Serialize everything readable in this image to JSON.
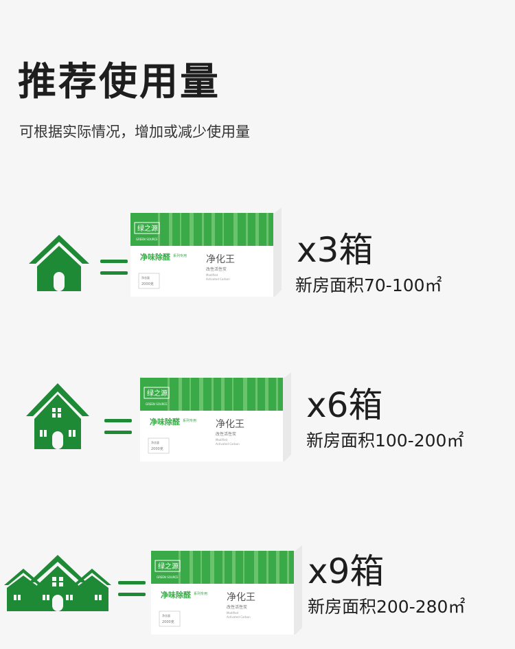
{
  "header": {
    "title": "推荐使用量",
    "subtitle": "可根据实际情况，增加或减少使用量"
  },
  "equals_sign": "=",
  "product": {
    "logo_text": "绿之源",
    "logo_sub": "GREEN SOURCE",
    "name_green": "净味除醛",
    "name_side": "系列专用",
    "name_main": "净化王",
    "name_sub": "改性活性炭",
    "name_en1": "Modified",
    "name_en2": "Activated Carbon",
    "net_label": "净含量",
    "net_value": "2000克"
  },
  "rows": [
    {
      "count": "x3箱",
      "area": "新房面积70-100㎡",
      "house_icon": "small-house-icon"
    },
    {
      "count": "x6箱",
      "area": "新房面积100-200㎡",
      "house_icon": "two-story-house-icon"
    },
    {
      "count": "x9箱",
      "area": "新房面积200-280㎡",
      "house_icon": "large-house-icon"
    }
  ],
  "colors": {
    "accent_green": "#1e8a35",
    "box_green": "#3aaa48",
    "background": "#f6f6f6"
  }
}
